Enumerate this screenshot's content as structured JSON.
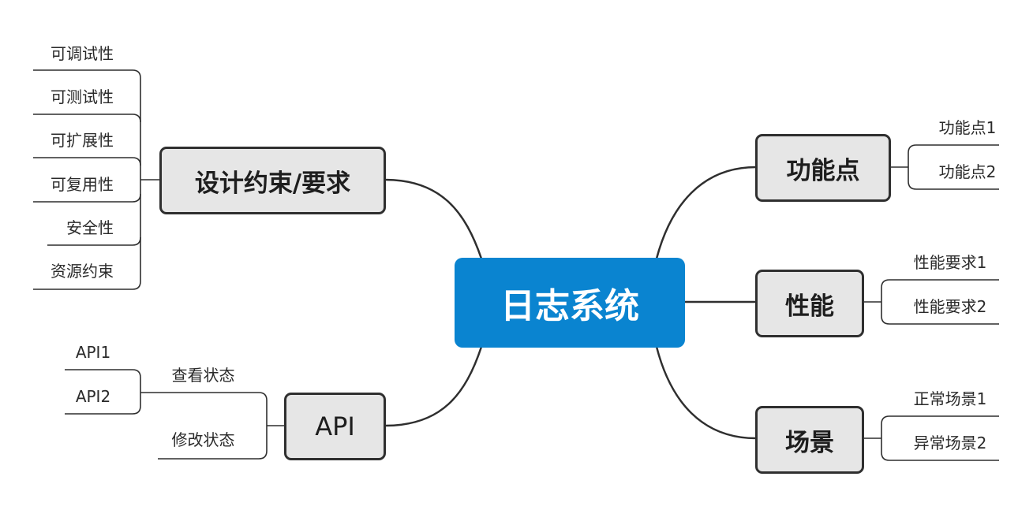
{
  "root": {
    "label": "日志系统"
  },
  "branches": {
    "design": {
      "label": "设计约束/要求",
      "children": [
        "可调试性",
        "可测试性",
        "可扩展性",
        "可复用性",
        "安全性",
        "资源约束"
      ]
    },
    "api": {
      "label": "API",
      "children": {
        "view": {
          "label": "查看状态",
          "children": [
            "API1",
            "API2"
          ]
        },
        "modify": {
          "label": "修改状态"
        }
      }
    },
    "features": {
      "label": "功能点",
      "children": [
        "功能点1",
        "功能点2"
      ]
    },
    "performance": {
      "label": "性能",
      "children": [
        "性能要求1",
        "性能要求2"
      ]
    },
    "scenarios": {
      "label": "场景",
      "children": [
        "正常场景1",
        "异常场景2"
      ]
    }
  },
  "colors": {
    "root": "#0a84d0",
    "node_fill": "#e6e6e6",
    "line": "#2f2f2f"
  }
}
